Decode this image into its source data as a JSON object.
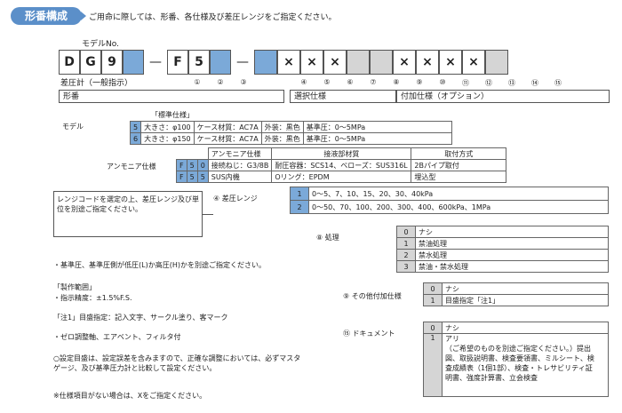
{
  "header": {
    "title": "形番構成",
    "intro": "ご用命に際しては、形番、各仕様及び差圧レンジをご指定ください。"
  },
  "model_label": "モデルNo.",
  "code_cells": [
    "D",
    "G",
    "9",
    "",
    "—",
    "F",
    "5",
    "",
    "—",
    "",
    "×",
    "×",
    "×",
    "",
    "",
    "×",
    "×",
    "×",
    "×",
    ""
  ],
  "position_numbers": [
    "①",
    "②",
    "③",
    "④",
    "⑤",
    "⑥",
    "⑦",
    "⑧",
    "⑨",
    "⑩",
    "⑪",
    "⑫",
    "⑬",
    "⑭",
    "⑮"
  ],
  "subtitle": "差圧計（一般指示）",
  "col_headers": {
    "model": "形番",
    "select": "選択仕様",
    "optional": "付加仕様（オプション）"
  },
  "standard": {
    "section": "モデル",
    "label": "「標準仕様」",
    "rows": [
      {
        "code": "5",
        "size": "大きさ：φ100",
        "case": "ケース材質：AC7A",
        "color": "外装：黒色",
        "pressure": "基準圧：0～5MPa"
      },
      {
        "code": "6",
        "size": "大きさ：φ150",
        "case": "ケース材質：AC7A",
        "color": "外装：黒色",
        "pressure": "基準圧：0～5MPa"
      }
    ]
  },
  "ammonia": {
    "section": "アンモニア仕様",
    "headers": [
      "アンモニア仕様",
      "接液部材質",
      "取付方式"
    ],
    "rows": [
      {
        "c1": "F",
        "c2": "5",
        "c3": "0",
        "spec": "接続ねじ：G3/8B",
        "material": "耐圧容器：SCS14、ベローズ：SUS316L",
        "mount": "2Bパイプ取付"
      },
      {
        "c1": "F",
        "c2": "5",
        "c3": "5",
        "spec": "SUS内機",
        "material": "Oリング：EPDM",
        "mount": "埋込型"
      }
    ]
  },
  "range": {
    "section": "④ 差圧レンジ",
    "rows": [
      {
        "code": "1",
        "value": "0～5、7、10、15、20、30、40kPa"
      },
      {
        "code": "2",
        "value": "0～50、70、100、200、300、400、600kPa、1MPa"
      }
    ]
  },
  "range_note": "レンジコードを選定の上、差圧レンジ及び単位を別途ご指定ください。",
  "treatment": {
    "section": "⑧ 処理",
    "rows": [
      {
        "code": "0",
        "value": "ナシ"
      },
      {
        "code": "1",
        "value": "禁油処理"
      },
      {
        "code": "2",
        "value": "禁水処理"
      },
      {
        "code": "3",
        "value": "禁油・禁水処理"
      }
    ]
  },
  "other": {
    "section": "⑨ その他付加仕様",
    "rows": [
      {
        "code": "0",
        "value": "ナシ"
      },
      {
        "code": "1",
        "value": "目盛指定「注1」"
      }
    ]
  },
  "document": {
    "section": "⑮ ドキュメント",
    "rows": [
      {
        "code": "0",
        "value": "ナシ"
      },
      {
        "code": "1",
        "value": "アリ"
      }
    ],
    "detail": "（ご希望のものを別途ご指定ください。）提出図、取扱説明書、検査要領書、ミルシート、検査成績表（1個1部）、検査・トレサビリティ証明書、強度計算書、立会検査"
  },
  "notes": {
    "pressure_side": "・基準圧、基準圧側が低圧(L)か高圧(H)かを別途ご指定ください。",
    "spec_range_title": "「製作範囲」",
    "accuracy": "・指示精度：±1.5%F.S.",
    "note1": "「注1」目盛指定：記入文字、サークル塗り、客マーク",
    "zero": "・ゼロ調整軸、エアベント、フィルタ付",
    "setting": "○設定目盛は、設定誤差を含みますので、正確な調整においては、必ずマスタゲージ、及び基準圧力計と比較して設定ください。",
    "unspecified": "※仕様項目がない場合は、Xをご指定ください。"
  }
}
